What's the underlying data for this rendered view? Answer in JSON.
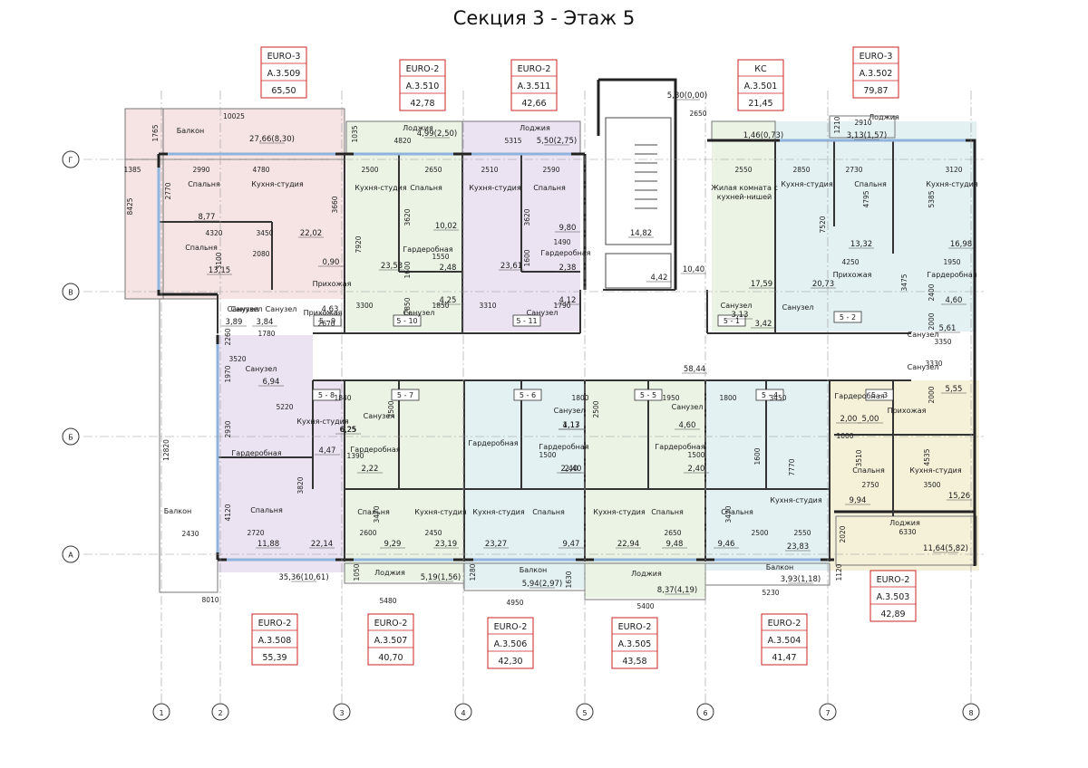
{
  "title": "Секция 3 - Этаж 5",
  "axes": {
    "rows": [
      "Г",
      "В",
      "Б",
      "А"
    ],
    "cols": [
      "1",
      "2",
      "3",
      "4",
      "5",
      "6",
      "7",
      "8"
    ]
  },
  "apartments": [
    {
      "type": "EURO-3",
      "code": "А.3.509",
      "area": "65,50"
    },
    {
      "type": "EURO-2",
      "code": "А.3.510",
      "area": "42,78"
    },
    {
      "type": "EURO-2",
      "code": "А.3.511",
      "area": "42,66"
    },
    {
      "type": "КС",
      "code": "А.3.501",
      "area": "21,45"
    },
    {
      "type": "EURO-3",
      "code": "А.3.502",
      "area": "79,87"
    },
    {
      "type": "EURO-2",
      "code": "А.3.503",
      "area": "42,89"
    },
    {
      "type": "EURO-2",
      "code": "А.3.504",
      "area": "41,47"
    },
    {
      "type": "EURO-2",
      "code": "А.3.505",
      "area": "43,58"
    },
    {
      "type": "EURO-2",
      "code": "А.3.506",
      "area": "42,30"
    },
    {
      "type": "EURO-2",
      "code": "А.3.507",
      "area": "40,70"
    },
    {
      "type": "EURO-2",
      "code": "А.3.508",
      "area": "55,39"
    }
  ],
  "unit_marks": [
    "5 - 9",
    "5 - 10",
    "5 - 11",
    "5 - 1",
    "5 - 2",
    "5 - 3",
    "5 - 4",
    "5 - 5",
    "5 - 6",
    "5 - 7",
    "5 - 8"
  ],
  "room_labels": [
    {
      "text": "Балкон"
    },
    {
      "text": "Спальня"
    },
    {
      "text": "Кухня-студия"
    },
    {
      "text": "Спальня"
    },
    {
      "text": "Прихожая"
    },
    {
      "text": "Санузел"
    },
    {
      "text": "Лоджия"
    },
    {
      "text": "Кухня-студия"
    },
    {
      "text": "Спальня"
    },
    {
      "text": "Гардеробная"
    },
    {
      "text": "Санузел"
    },
    {
      "text": "Лоджия"
    },
    {
      "text": "Кухня-студия"
    },
    {
      "text": "Спальня"
    },
    {
      "text": "Гардеробная"
    },
    {
      "text": "Санузел"
    },
    {
      "text": "Жилая комната с"
    },
    {
      "text": "кухней-нишей"
    },
    {
      "text": "Санузел"
    },
    {
      "text": "Лоджия"
    },
    {
      "text": "Кухня-студия"
    },
    {
      "text": "Спальня"
    },
    {
      "text": "Кухня-студия"
    },
    {
      "text": "Прихожая"
    },
    {
      "text": "Гардеробная"
    },
    {
      "text": "Санузел"
    },
    {
      "text": "Санузел"
    },
    {
      "text": "Санузел"
    },
    {
      "text": "Гардеробная"
    },
    {
      "text": "Прихожая"
    },
    {
      "text": "Спальня"
    },
    {
      "text": "Кухня-студия"
    },
    {
      "text": "Лоджия"
    },
    {
      "text": "Санузел"
    },
    {
      "text": "Гардеробная"
    },
    {
      "text": "Кухня-студия"
    },
    {
      "text": "Спальня"
    },
    {
      "text": "Балкон"
    },
    {
      "text": "Санузел"
    },
    {
      "text": "Гардеробная"
    },
    {
      "text": "Спальня"
    },
    {
      "text": "Кухня-студия"
    },
    {
      "text": "Лоджия"
    },
    {
      "text": "Санузел"
    },
    {
      "text": "Гардеробная"
    },
    {
      "text": "Кухня-студия"
    },
    {
      "text": "Спальня"
    },
    {
      "text": "Лоджия"
    },
    {
      "text": "Санузел"
    },
    {
      "text": "Гардеробная"
    },
    {
      "text": "Спальня"
    },
    {
      "text": "Кухня-студия"
    },
    {
      "text": "Балкон"
    },
    {
      "text": "Санузел"
    },
    {
      "text": "Санузел"
    },
    {
      "text": "Прихожая"
    },
    {
      "text": "Гардеробная"
    },
    {
      "text": "Кухня-студия"
    },
    {
      "text": "Спальня"
    },
    {
      "text": "Балкон"
    }
  ],
  "areas": [
    "27,66(8,30)",
    "8,77",
    "22,02",
    "13,15",
    "0,90",
    "3,89",
    "3,84",
    "4,99(2,50)",
    "10,02",
    "23,53",
    "2,48",
    "4,25",
    "4,63",
    "5,50(2,75)",
    "9,80",
    "23,61",
    "2,38",
    "4,12",
    "14,82",
    "4,42",
    "10,40",
    "1,46(0,73)",
    "17,59",
    "3,13",
    "3,13(1,57)",
    "13,32",
    "16,98",
    "20,73",
    "4,60",
    "3,42",
    "5,61",
    "58,44",
    "5,55",
    "2,00",
    "5,00",
    "9,94",
    "15,26",
    "11,64(5,82)",
    "3,93(1,18)",
    "9,46",
    "23,83",
    "2,40",
    "4,60",
    "9,48",
    "22,94",
    "8,37(4,19)",
    "2,40",
    "4,13",
    "23,27",
    "9,47",
    "5,94(2,97)",
    "2,40",
    "23,19",
    "9,29",
    "2,22",
    "5,19(1,56)",
    "6,25",
    "4,47",
    "22,14",
    "11,88",
    "35,36(10,61)",
    "6,94",
    "5,80(0,00)",
    "1,17"
  ],
  "dims": [
    "10025",
    "1765",
    "1385",
    "2990",
    "4780",
    "2770",
    "8425",
    "3660",
    "4320",
    "3450",
    "3100",
    "2080",
    "2500",
    "2650",
    "3620",
    "7920",
    "1600",
    "1550",
    "3300",
    "2850",
    "1850",
    "4820",
    "1035",
    "2510",
    "2590",
    "3620",
    "1600",
    "1490",
    "3310",
    "1790",
    "5315",
    "2650",
    "2550",
    "2850",
    "2730",
    "3120",
    "4795",
    "5385",
    "7520",
    "4250",
    "3475",
    "1950",
    "2400",
    "2000",
    "3350",
    "2910",
    "1210",
    "3330",
    "2000",
    "1000",
    "3510",
    "4535",
    "2750",
    "3500",
    "6330",
    "2020",
    "1120",
    "3450",
    "7770",
    "1600",
    "2500",
    "2550",
    "5230",
    "1950",
    "1800",
    "1500",
    "3470",
    "2650",
    "5400",
    "1630",
    "1800",
    "2500",
    "1500",
    "4950",
    "1280",
    "2450",
    "3470",
    "2600",
    "5480",
    "1050",
    "1840",
    "1390",
    "2500",
    "5220",
    "2930",
    "3820",
    "4120",
    "2720",
    "12820",
    "2430",
    "8010",
    "1970",
    "2260",
    "3520",
    "1780",
    "2670",
    "6,25"
  ],
  "colors": {
    "wall": "#222222",
    "line": "#555555",
    "tag_border": "#cc2222",
    "zone_pink": "#f6e4e4",
    "zone_purple": "#ebe3f2",
    "zone_green": "#eaf3e4",
    "zone_cyan": "#e3f1f3",
    "zone_yellow": "#f5f0d8",
    "zone_blue": "#e6eef8",
    "window": "#8fb3dc"
  }
}
